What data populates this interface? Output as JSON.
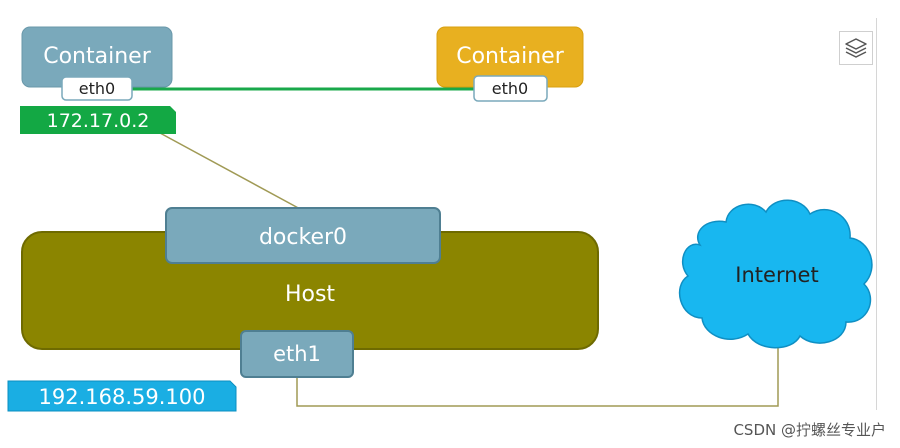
{
  "nodes": {
    "container_left": {
      "label": "Container",
      "iface": "eth0",
      "ip": "172.17.0.2"
    },
    "container_right": {
      "label": "Container",
      "iface": "eth0"
    },
    "bridge": {
      "label": "docker0"
    },
    "host": {
      "label": "Host",
      "iface": "eth1",
      "ip": "192.168.59.100"
    },
    "cloud": {
      "label": "Internet"
    }
  },
  "colors": {
    "container_left": "#7aa9bb",
    "container_right": "#e8b020",
    "bridge": "#7aa9bb",
    "host": "#8b8500",
    "ip_left": "#13a844",
    "ip_host": "#1aaee3",
    "cloud": "#18b7f0",
    "link_green": "#19a84a",
    "link_olive": "#a09a55"
  },
  "toolbar": {
    "layers_icon": "layers-icon"
  },
  "watermark": "CSDN @拧螺丝专业户"
}
